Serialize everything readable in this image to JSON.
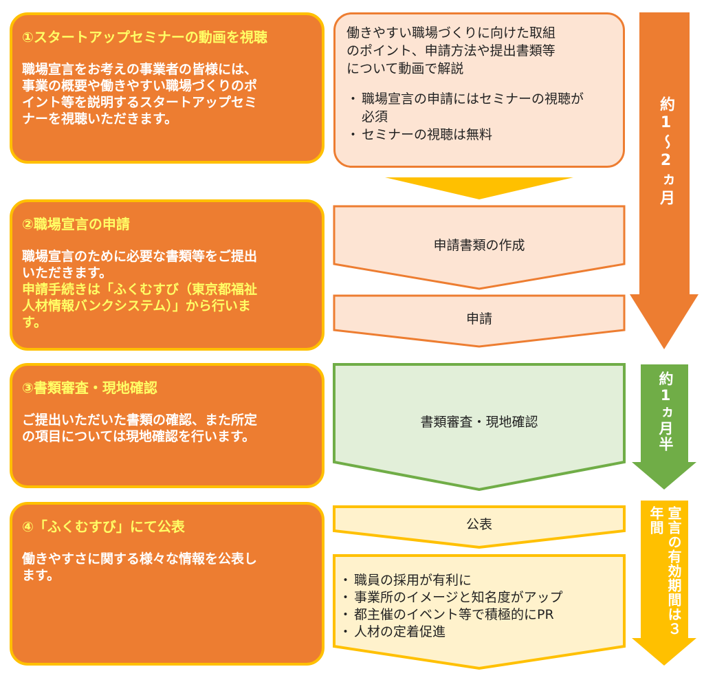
{
  "colors": {
    "orange": "#ed7d31",
    "yellow": "#ffc000",
    "highlight_text": "#ffff66",
    "peach": "#fde4d3",
    "green": "#70ad47",
    "light_green": "#e2efd9",
    "light_yellow": "#fff2cc",
    "text": "#222222"
  },
  "steps": [
    {
      "title": "①スタートアップセミナーの動画を視聴",
      "description_lines": [
        "職場宣言をお考えの事業者の皆様には、",
        "事業の概要や働きやすい職場づくりのポ",
        "イント等を説明するスタートアップセミ",
        "ナーを視聴いただきます。"
      ]
    },
    {
      "title": "②職場宣言の申請",
      "description_lines": [
        "職場宣言のために必要な書類等をご提出",
        "いただきます。"
      ],
      "highlight_lines": [
        "申請手続きは「ふくむすび（東京都福祉",
        "人材情報バンクシステム）」から行いま",
        "す。"
      ]
    },
    {
      "title": "③書類審査・現地確認",
      "description_lines": [
        "ご提出いただいた書類の確認、また所定",
        "の項目については現地確認を行います。"
      ]
    },
    {
      "title": "④「ふくむすび」にて公表",
      "description_lines": [
        "働きやすさに関する様々な情報を公表し",
        "ます。"
      ]
    }
  ],
  "seminar_info": {
    "lines": [
      "働きやすい職場づくりに向けた取組",
      "のポイント、申請方法や提出書類等",
      "について動画で解説"
    ],
    "bullets": [
      "職場宣言の申請にはセミナーの視聴が必須",
      "セミナーの視聴は無料"
    ]
  },
  "process": {
    "create_docs": "申請書類の作成",
    "apply": "申請",
    "review": "書類審査・現地確認",
    "publish": "公表",
    "benefits": [
      "職員の採用が有利に",
      "事業所のイメージと知名度がアップ",
      "都主催のイベント等で積極的にPR",
      "人材の定着促進"
    ]
  },
  "durations": {
    "phase1": "約1～2ヵ月",
    "phase2": "約1ヵ月半",
    "phase3": "宣言の有効期間は３年間"
  }
}
